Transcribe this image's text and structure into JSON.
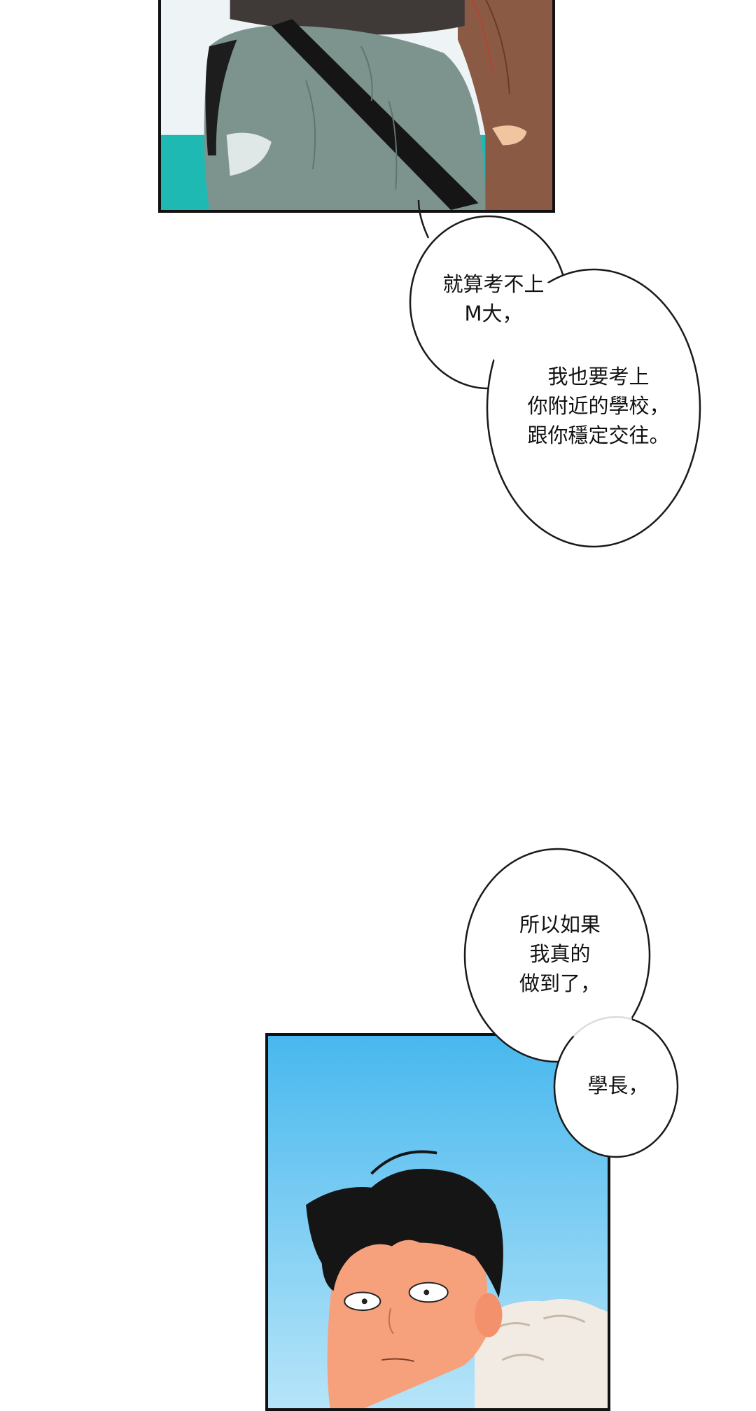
{
  "colors": {
    "page_background": "#ffffff",
    "panel_border": "#111111",
    "sky_blue": "#5cc2f0",
    "sea_teal": "#1fb9b4",
    "jacket_gray": "#7d948e",
    "coat_brown": "#8a5a45",
    "hair_black": "#151515",
    "skin": "#f4a07a",
    "bubble_fill": "#ffffff",
    "bubble_outline": "#1a1a1a"
  },
  "panels": {
    "top": {
      "depicts": "figure-back-with-bag-strap"
    },
    "bottom": {
      "depicts": "dark-haired-boy-startled"
    }
  },
  "bubbles": {
    "b1": {
      "text": "就算考不上\nM大，"
    },
    "b2": {
      "text": "我也要考上\n你附近的學校，\n跟你穩定交往。"
    },
    "b3": {
      "text": "所以如果\n我真的\n做到了，"
    },
    "b4": {
      "text": "學長，"
    }
  }
}
